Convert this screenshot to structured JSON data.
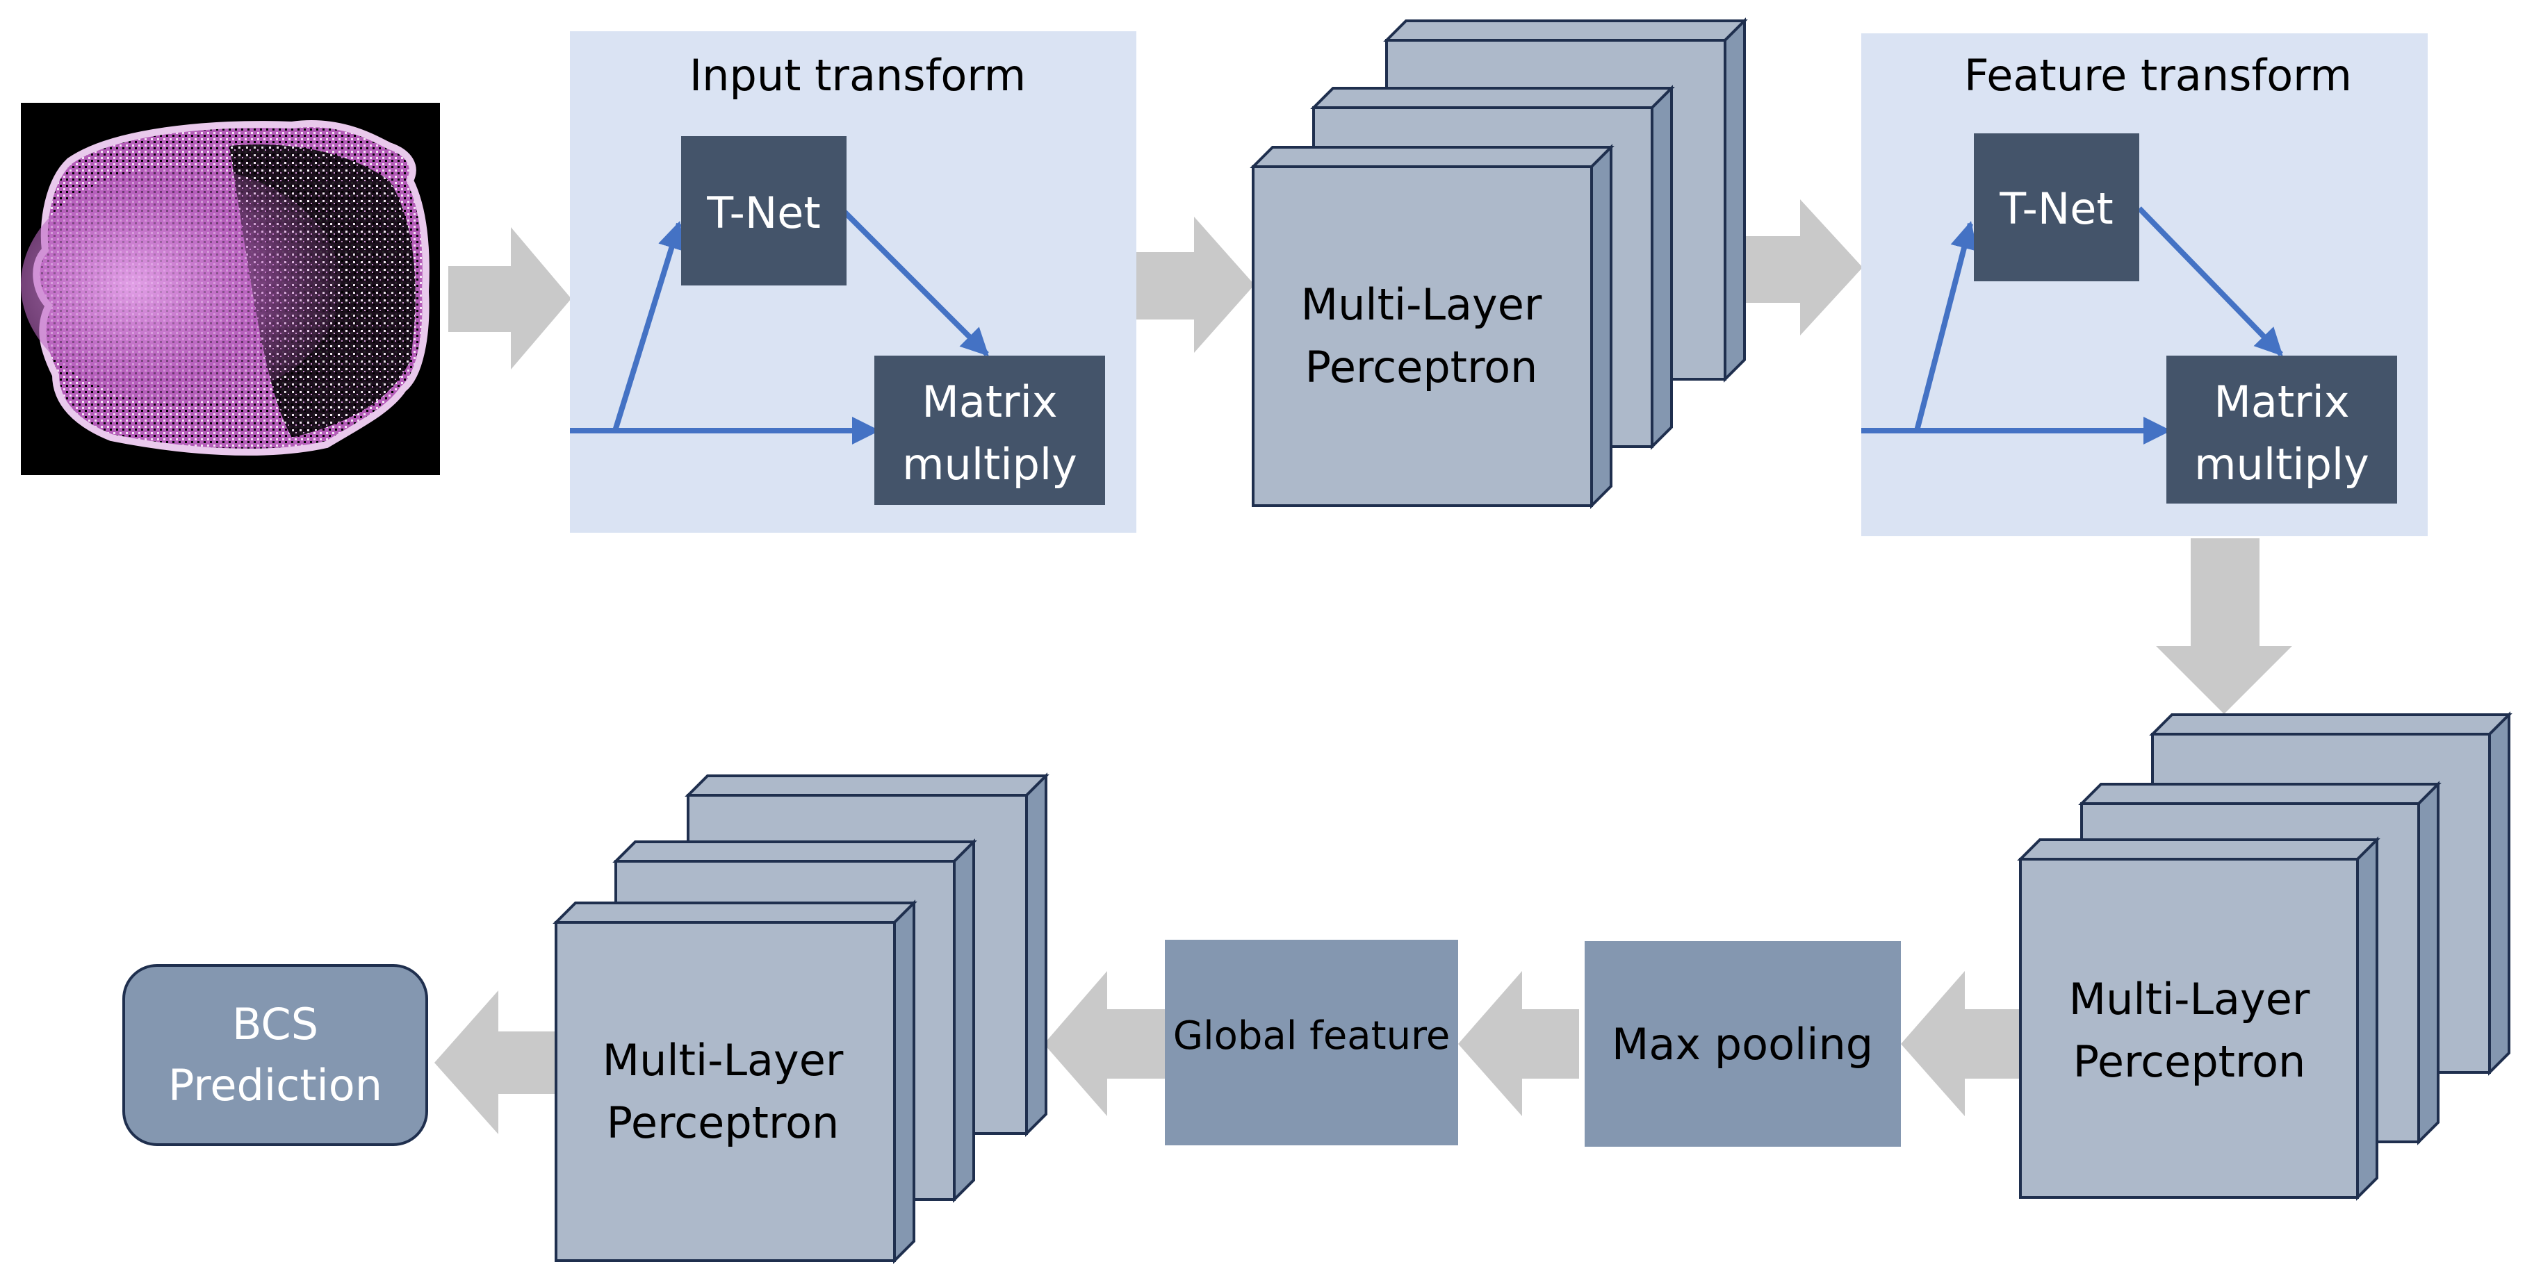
{
  "input_transform": {
    "title": "Input transform",
    "tnet": "T-Net",
    "matmul": [
      "Matrix",
      "multiply"
    ]
  },
  "mlp_top": [
    "Multi-Layer",
    "Perceptron"
  ],
  "feature_transform": {
    "title": "Feature transform",
    "tnet": "T-Net",
    "matmul": [
      "Matrix",
      "multiply"
    ]
  },
  "mlp_right": [
    "Multi-Layer",
    "Perceptron"
  ],
  "max_pooling": "Max pooling",
  "global_feature": "Global feature",
  "mlp_bottom": [
    "Multi-Layer",
    "Perceptron"
  ],
  "output": [
    "BCS",
    "Prediction"
  ],
  "colors": {
    "panel": "#dae3f3",
    "dark_box": "#44546a",
    "mlp_face": "#adb9ca",
    "mlp_side": "#8497b0",
    "mid_box": "#8497b0",
    "gray_arrow": "#c9c9c9",
    "blue_line": "#4472c4",
    "outline": "#1f2f4e"
  },
  "icons": [
    "point-cloud-image"
  ]
}
